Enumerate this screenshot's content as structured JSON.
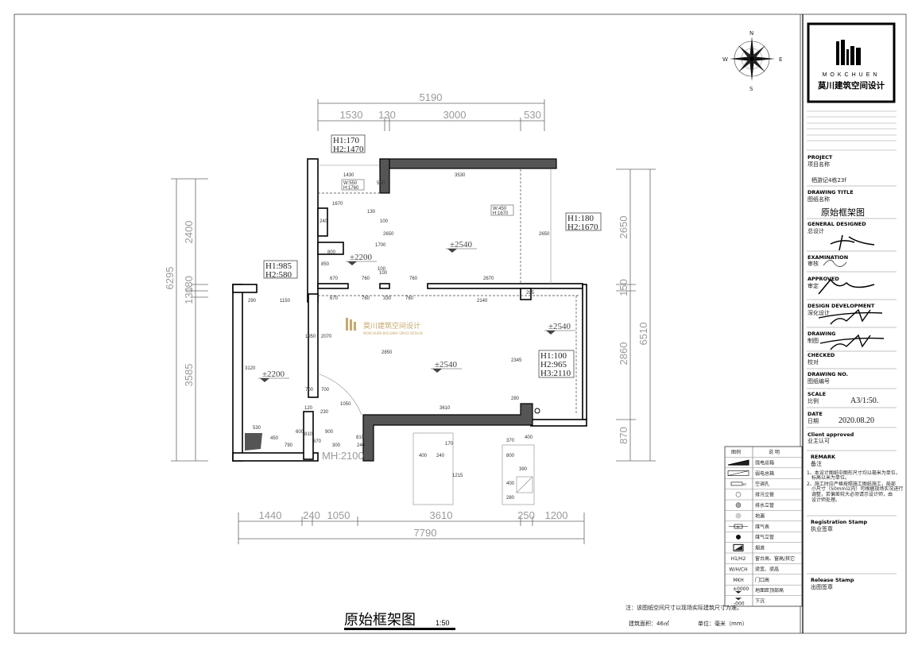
{
  "logo": {
    "name_en": "MOKCHUEN",
    "name_cn": "莫川建筑空间设计",
    "watermark_en": "MOKCHUEN BUILDING SPACE DESIGN"
  },
  "compass": {
    "n": "N",
    "s": "S",
    "e": "E",
    "w": "W"
  },
  "title_block": {
    "project_label_en": "PROJECT",
    "project_label_cn": "项目名称",
    "project_value": "栖游记4栋23f",
    "drawing_title_label_en": "DRAWING TITLE",
    "drawing_title_label_cn": "图纸名称",
    "drawing_title_value": "原始框架图",
    "general_designed_en": "GENERAL DESIGNED",
    "general_designed_cn": "总设计",
    "examination_en": "EXAMINATION",
    "examination_cn": "审核",
    "approved_en": "APPROVED",
    "approved_cn": "审定",
    "design_development_en": "DESIGN DEVELOPMENT",
    "design_development_cn": "深化设计",
    "drawing_en": "DRAWING",
    "drawing_cn": "制图",
    "checked_en": "CHECKED",
    "checked_cn": "校对",
    "drawing_no_en": "DRAWING NO.",
    "drawing_no_cn": "图纸编号",
    "scale_en": "SCALE",
    "scale_cn": "比例",
    "scale_value": "A3/1:50.",
    "date_en": "DATE",
    "date_cn": "日期",
    "date_value": "2020.08.20",
    "client_approved_en": "Client approved",
    "client_approved_cn": "业主认可",
    "remark_en": "REMARK",
    "remark_cn": "备注",
    "remarks": [
      "1、本设计图纸中图形尺寸均以毫米为单位，",
      "标高以米为单位。",
      "2、施工时应严格按照施工图纸施工，局部",
      "小尺寸（50mm以内）可根据现场实况进行",
      "调整，若偏差较大必须请示设计师，由",
      "设计师处理。"
    ],
    "registration_stamp_en": "Registration Stamp",
    "registration_stamp_cn": "执业签章",
    "release_stamp_en": "Release Stamp",
    "release_stamp_cn": "出图签章"
  },
  "legend": {
    "header_symbol": "图例",
    "header_desc": "说  明",
    "items": [
      "强电总箱",
      "弱电总箱",
      "空调孔",
      "排污立管",
      "排水立管",
      "地漏",
      "煤气表",
      "煤气立管",
      "烟道",
      "窗台高、窗高/其它",
      "梁宽、梁高",
      "门口高",
      "地面距顶部高",
      "下沉"
    ],
    "symbol_text": {
      "h": "H1/H2",
      "w": "W/H/CH",
      "mkh": "MKH",
      "ac": "KT",
      "gas": "M",
      "lvl_up": "±0000",
      "lvl_down": "-000"
    }
  },
  "notes": {
    "note": "注：该图纸空间尺寸以现场实际建筑尺寸为准。",
    "area": "建筑面积：46㎡",
    "unit": "单位：毫米（mm）"
  },
  "plan": {
    "title": "原始框架图",
    "scale": "1:50",
    "dims_top": {
      "total": "5190",
      "parts": [
        "1530",
        "130",
        "3000",
        "530"
      ]
    },
    "dims_left": {
      "total": "6295",
      "parts": [
        "2400",
        "180",
        "130",
        "3585"
      ]
    },
    "dims_right": {
      "total": "6510",
      "parts": [
        "2650",
        "150",
        "2860",
        "870"
      ]
    },
    "dims_bottom": {
      "total": "7790",
      "parts": [
        "1440",
        "240",
        "1050",
        "3610",
        "250",
        "1200"
      ]
    },
    "window_tags": [
      {
        "l1": "H1:170",
        "l2": "H2:1470"
      },
      {
        "l1": "H1:180",
        "l2": "H2:1670"
      },
      {
        "l1": "H1:985",
        "l2": "H2:580"
      },
      {
        "l1": "H1:100",
        "l2": "H2:965",
        "l3": "H3:2110"
      }
    ],
    "beam_tags": [
      {
        "l1": "W:550",
        "l2": "H:1760"
      },
      {
        "l1": "W:450",
        "l2": "H:1670"
      }
    ],
    "levels": [
      "±2200",
      "±2540",
      "±2200",
      "±2540",
      "±2540"
    ],
    "door_height": "MH:2100",
    "inner_dims": [
      "1430",
      "550",
      "1670",
      "130",
      "240",
      "100",
      "2650",
      "3530",
      "2650",
      "800",
      "850",
      "1700",
      "670",
      "760",
      "100",
      "100",
      "760",
      "2670",
      "290",
      "1150",
      "670",
      "760",
      "330",
      "760",
      "2140",
      "285",
      "1950",
      "2070",
      "3120",
      "2850",
      "2345",
      "700",
      "700",
      "120",
      "1050",
      "3610",
      "280",
      "530",
      "450",
      "790",
      "600",
      "230",
      "900",
      "810",
      "670",
      "300",
      "810",
      "240",
      "400",
      "240",
      "170",
      "1215",
      "370",
      "400",
      "800",
      "390",
      "400",
      "280"
    ]
  }
}
